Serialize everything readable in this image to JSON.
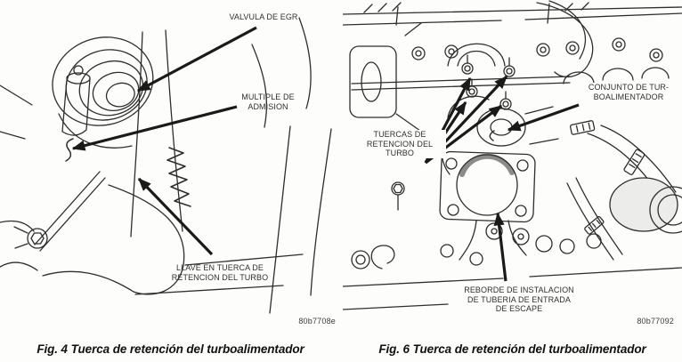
{
  "page": {
    "background_color": "#fdfdfc",
    "ink_color": "#2e2e2e",
    "arrow_color": "#1a1a1a",
    "caption_color": "#101010"
  },
  "figures": [
    {
      "caption": "Fig. 4 Tuerca de retención del turboalimentador",
      "code": "80b7708e",
      "callouts": [
        {
          "id": "valvula-egr",
          "label": "VALVULA DE EGR"
        },
        {
          "id": "multiple-admision",
          "label": "MULTIPLE DE\nADMISION"
        },
        {
          "id": "llave-tuerca-retencion",
          "label": "LLAVE EN TUERCA DE\nRETENCION DEL TURBO"
        }
      ]
    },
    {
      "caption": "Fig. 6 Tuerca de retención del turboalimentador",
      "code": "80b77092",
      "callouts": [
        {
          "id": "conjunto-turboalimentador",
          "label": "CONJUNTO DE TUR-\nBOALIMENTADOR"
        },
        {
          "id": "tuercas-retencion-turbo",
          "label": "TUERCAS DE\nRETENCION DEL\nTURBO"
        },
        {
          "id": "reborde-instalacion",
          "label": "REBORDE DE INSTALACION\nDE TUBERIA DE ENTRADA\nDE ESCAPE"
        }
      ]
    }
  ]
}
